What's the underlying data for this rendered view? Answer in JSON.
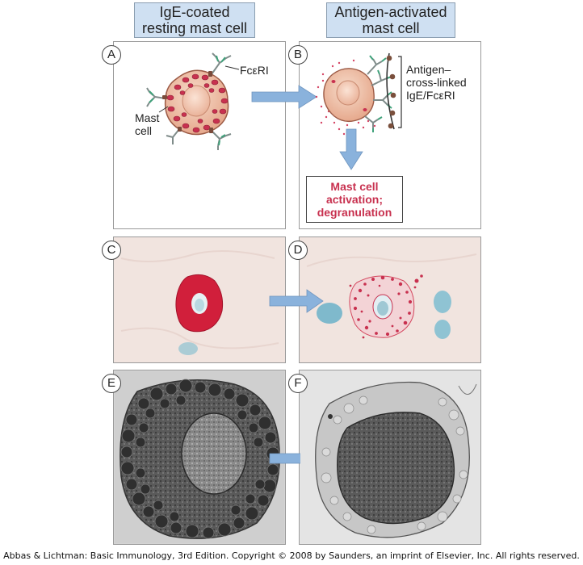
{
  "headers": {
    "left": [
      "IgE-coated",
      "resting mast cell"
    ],
    "right": [
      "Antigen-activated",
      "mast cell"
    ]
  },
  "panels": [
    "A",
    "B",
    "C",
    "D",
    "E",
    "F"
  ],
  "labels": {
    "receptor": "FcεRI",
    "mast_cell": [
      "Mast",
      "cell"
    ],
    "crosslink": [
      "Antigen–",
      "cross-linked",
      "IgE/FcεRI"
    ],
    "activation": [
      "Mast cell",
      "activation;",
      "degranulation"
    ]
  },
  "colors": {
    "header_fill": "#cfe0f2",
    "arrow": "#8ab2dc",
    "granule_red": "#c8314f",
    "cell_body": "#efc1a8"
  },
  "credit": "Abbas & Lichtman: Basic Immunology, 3rd Edition. Copyright © 2008 by Saunders, an imprint of Elsevier, Inc. All rights reserved."
}
